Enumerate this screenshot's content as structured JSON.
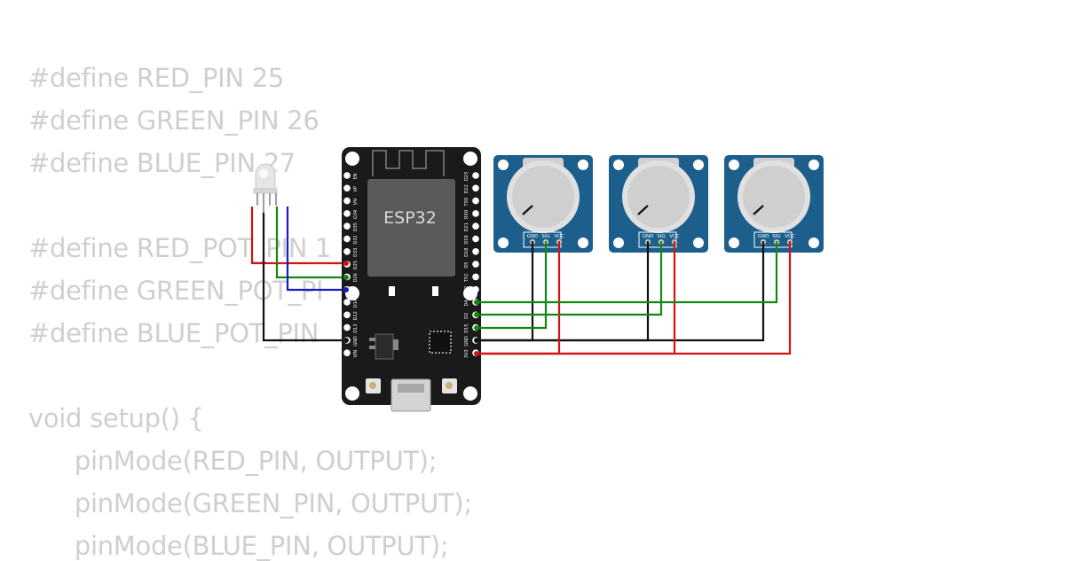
{
  "code_lines": [
    "#define RED_PIN 25",
    "#define GREEN_PIN 26",
    "#define BLUE_PIN 27",
    "",
    "#define RED_POT_PIN 1",
    "#define GREEN_POT_PI",
    "#define BLUE_POT_PIN",
    "",
    "void setup() {",
    "  pinMode(RED_PIN, OUTPUT);",
    "  pinMode(GREEN_PIN, OUTPUT);",
    "  pinMode(BLUE_PIN, OUTPUT);"
  ],
  "board": {
    "chip_label": "ESP32",
    "left_pins": [
      "EN",
      "VP",
      "VN",
      "D34",
      "D35",
      "D32",
      "D33",
      "D25",
      "D26",
      "D27",
      "D14",
      "D12",
      "D13",
      "GND",
      "VIN"
    ],
    "right_pins": [
      "D23",
      "D22",
      "TX0",
      "RX0",
      "D21",
      "D19",
      "D18",
      "D5",
      "TX2",
      "RX2",
      "D4",
      "D2",
      "D15",
      "GND",
      "3V3"
    ]
  },
  "pot_pin_labels": [
    "GND",
    "SIG",
    "VCC"
  ],
  "colors": {
    "board": "#1a1a1a",
    "pot_module": "#1c5f8c",
    "wire_red": "#d01414",
    "wire_green": "#118811",
    "wire_blue": "#1818c8",
    "wire_black": "#111111",
    "code_text": "#cfcfcf"
  }
}
